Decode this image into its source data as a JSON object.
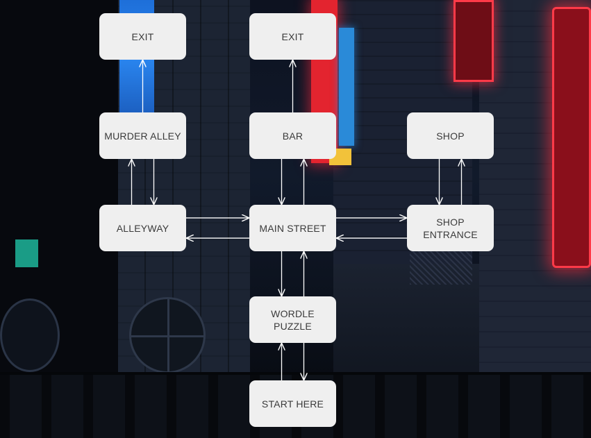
{
  "diagram": {
    "nodes": [
      {
        "id": "exit-left",
        "lines": [
          "EXIT"
        ]
      },
      {
        "id": "exit-mid",
        "lines": [
          "EXIT"
        ]
      },
      {
        "id": "murder-alley",
        "lines": [
          "MURDER ALLEY"
        ]
      },
      {
        "id": "bar",
        "lines": [
          "BAR"
        ]
      },
      {
        "id": "shop",
        "lines": [
          "SHOP"
        ]
      },
      {
        "id": "alleyway",
        "lines": [
          "ALLEYWAY"
        ]
      },
      {
        "id": "main-street",
        "lines": [
          "MAIN STREET"
        ]
      },
      {
        "id": "shop-entrance",
        "lines": [
          "SHOP",
          "ENTRANCE"
        ]
      },
      {
        "id": "wordle-puzzle",
        "lines": [
          "WORDLE",
          "PUZZLE"
        ]
      },
      {
        "id": "start-here",
        "lines": [
          "START HERE"
        ]
      }
    ],
    "edges": [
      {
        "from": "start-here",
        "to": "wordle-puzzle"
      },
      {
        "from": "wordle-puzzle",
        "to": "start-here"
      },
      {
        "from": "wordle-puzzle",
        "to": "main-street"
      },
      {
        "from": "main-street",
        "to": "wordle-puzzle"
      },
      {
        "from": "main-street",
        "to": "bar"
      },
      {
        "from": "bar",
        "to": "main-street"
      },
      {
        "from": "bar",
        "to": "exit-mid"
      },
      {
        "from": "main-street",
        "to": "alleyway"
      },
      {
        "from": "alleyway",
        "to": "main-street"
      },
      {
        "from": "alleyway",
        "to": "murder-alley"
      },
      {
        "from": "murder-alley",
        "to": "alleyway"
      },
      {
        "from": "murder-alley",
        "to": "exit-left"
      },
      {
        "from": "main-street",
        "to": "shop-entrance"
      },
      {
        "from": "shop-entrance",
        "to": "main-street"
      },
      {
        "from": "shop-entrance",
        "to": "shop"
      },
      {
        "from": "shop",
        "to": "shop-entrance"
      }
    ],
    "edge_color": "#ffffff",
    "node_color": "#efefef",
    "text_color": "#3a3a3a"
  }
}
